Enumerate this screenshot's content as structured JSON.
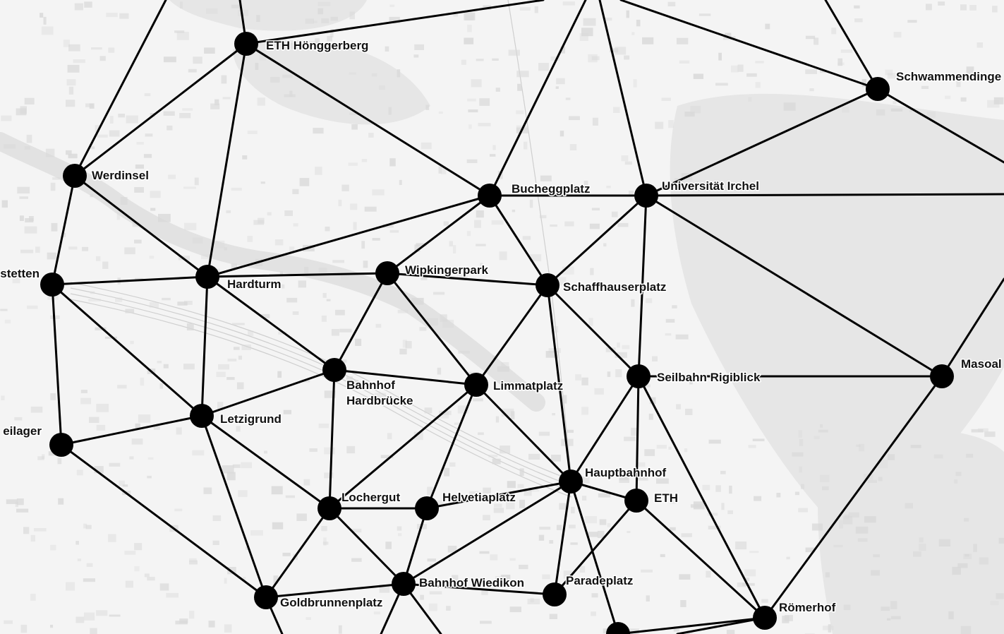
{
  "map": {
    "stations": [
      {
        "id": "eth-hoenggerberg",
        "name": "ETH Hönggerberg"
      },
      {
        "id": "werdinsel",
        "name": "Werdinsel"
      },
      {
        "id": "altstetten",
        "name": "stetten"
      },
      {
        "id": "hardturm",
        "name": "Hardturm"
      },
      {
        "id": "wipkingerpark",
        "name": "Wipkingerpark"
      },
      {
        "id": "bucheggplatz",
        "name": "Bucheggplatz"
      },
      {
        "id": "universitaet-irchel",
        "name": "Universität Irchel"
      },
      {
        "id": "schwammendingen",
        "name": "Schwammendinge"
      },
      {
        "id": "schaffhauserplatz",
        "name": "Schaffhauserplatz"
      },
      {
        "id": "bahnhof-hardbruecke",
        "name": "Bahnhof Hardbrücke"
      },
      {
        "id": "limmatplatz",
        "name": "Limmatplatz"
      },
      {
        "id": "seilbahn-rigiblick",
        "name": "Seilbahn Rigiblick"
      },
      {
        "id": "masoala",
        "name": "Masoal"
      },
      {
        "id": "letzigrund",
        "name": "Letzigrund"
      },
      {
        "id": "freilager",
        "name": "eilager"
      },
      {
        "id": "hauptbahnhof",
        "name": "Hauptbahnhof"
      },
      {
        "id": "eth",
        "name": "ETH"
      },
      {
        "id": "lochergut",
        "name": "Lochergut"
      },
      {
        "id": "helvetiaplatz",
        "name": "Helvetiaplatz"
      },
      {
        "id": "bahnhof-wiedikon",
        "name": "Bahnhof Wiedikon"
      },
      {
        "id": "paradeplatz",
        "name": "Paradeplatz"
      },
      {
        "id": "goldbrunnenplatz",
        "name": "Goldbrunnenplatz"
      },
      {
        "id": "roemerhof",
        "name": "Römerhof"
      },
      {
        "id": "bellevue",
        "name": ""
      }
    ],
    "connections": [
      [
        "eth-hoenggerberg",
        "werdinsel"
      ],
      [
        "eth-hoenggerberg",
        "hardturm"
      ],
      [
        "eth-hoenggerberg",
        "bucheggplatz"
      ],
      [
        "werdinsel",
        "altstetten"
      ],
      [
        "werdinsel",
        "hardturm"
      ],
      [
        "altstetten",
        "hardturm"
      ],
      [
        "altstetten",
        "letzigrund"
      ],
      [
        "altstetten",
        "freilager"
      ],
      [
        "hardturm",
        "wipkingerpark"
      ],
      [
        "hardturm",
        "bucheggplatz"
      ],
      [
        "hardturm",
        "bahnhof-hardbruecke"
      ],
      [
        "hardturm",
        "letzigrund"
      ],
      [
        "wipkingerpark",
        "bucheggplatz"
      ],
      [
        "wipkingerpark",
        "schaffhauserplatz"
      ],
      [
        "wipkingerpark",
        "bahnhof-hardbruecke"
      ],
      [
        "wipkingerpark",
        "limmatplatz"
      ],
      [
        "bucheggplatz",
        "universitaet-irchel"
      ],
      [
        "bucheggplatz",
        "schaffhauserplatz"
      ],
      [
        "universitaet-irchel",
        "schwammendingen"
      ],
      [
        "universitaet-irchel",
        "schaffhauserplatz"
      ],
      [
        "universitaet-irchel",
        "seilbahn-rigiblick"
      ],
      [
        "universitaet-irchel",
        "masoala"
      ],
      [
        "schaffhauserplatz",
        "limmatplatz"
      ],
      [
        "schaffhauserplatz",
        "seilbahn-rigiblick"
      ],
      [
        "schaffhauserplatz",
        "hauptbahnhof"
      ],
      [
        "bahnhof-hardbruecke",
        "limmatplatz"
      ],
      [
        "bahnhof-hardbruecke",
        "letzigrund"
      ],
      [
        "bahnhof-hardbruecke",
        "lochergut"
      ],
      [
        "limmatplatz",
        "hauptbahnhof"
      ],
      [
        "limmatplatz",
        "lochergut"
      ],
      [
        "limmatplatz",
        "helvetiaplatz"
      ],
      [
        "seilbahn-rigiblick",
        "masoala"
      ],
      [
        "seilbahn-rigiblick",
        "hauptbahnhof"
      ],
      [
        "seilbahn-rigiblick",
        "eth"
      ],
      [
        "seilbahn-rigiblick",
        "roemerhof"
      ],
      [
        "masoala",
        "roemerhof"
      ],
      [
        "letzigrund",
        "freilager"
      ],
      [
        "letzigrund",
        "lochergut"
      ],
      [
        "letzigrund",
        "goldbrunnenplatz"
      ],
      [
        "freilager",
        "goldbrunnenplatz"
      ],
      [
        "hauptbahnhof",
        "eth"
      ],
      [
        "hauptbahnhof",
        "helvetiaplatz"
      ],
      [
        "hauptbahnhof",
        "bahnhof-wiedikon"
      ],
      [
        "hauptbahnhof",
        "paradeplatz"
      ],
      [
        "hauptbahnhof",
        "bellevue"
      ],
      [
        "eth",
        "paradeplatz"
      ],
      [
        "eth",
        "roemerhof"
      ],
      [
        "lochergut",
        "helvetiaplatz"
      ],
      [
        "lochergut",
        "bahnhof-wiedikon"
      ],
      [
        "lochergut",
        "goldbrunnenplatz"
      ],
      [
        "helvetiaplatz",
        "bahnhof-wiedikon"
      ],
      [
        "bahnhof-wiedikon",
        "paradeplatz"
      ],
      [
        "bahnhof-wiedikon",
        "goldbrunnenplatz"
      ],
      [
        "bellevue",
        "roemerhof"
      ]
    ]
  }
}
